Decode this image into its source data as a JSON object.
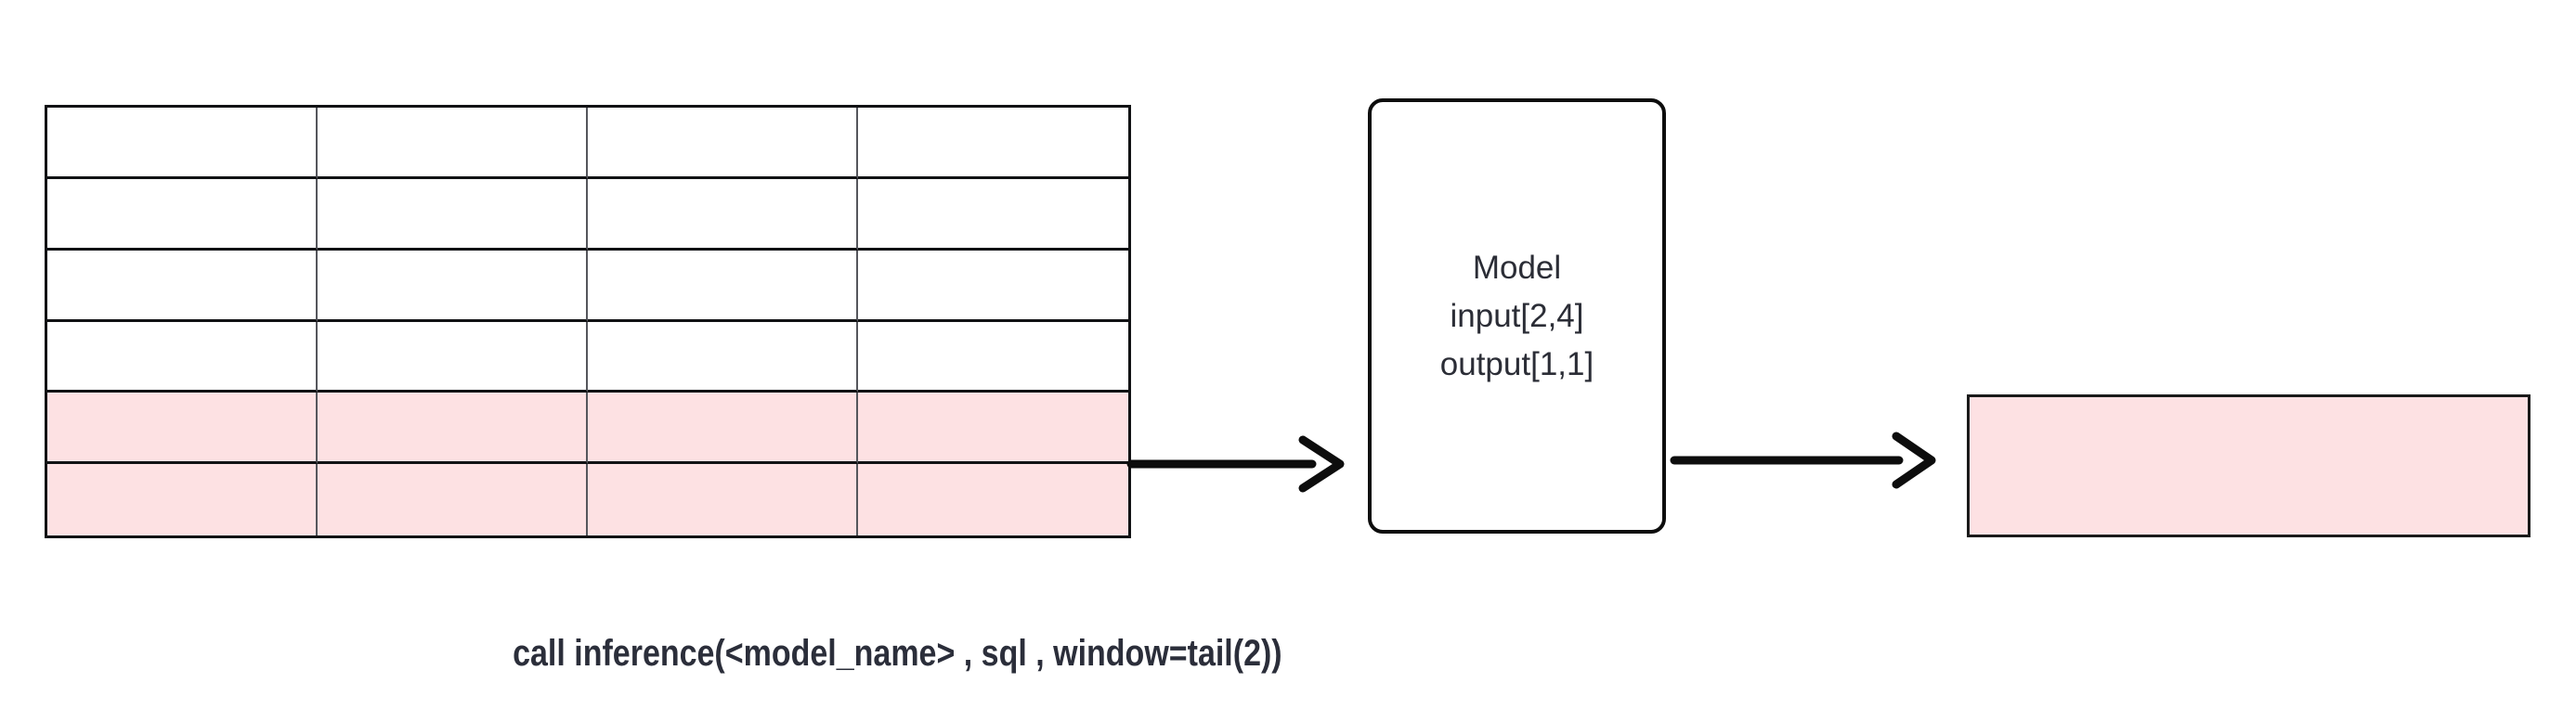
{
  "diagram": {
    "background_color": "#ffffff",
    "input_table": {
      "rows": 6,
      "cols": 4,
      "highlighted_tail_rows": 2,
      "highlight_color": "#fde1e3",
      "outer_border_color": "#111214",
      "row_line_color": "#111214",
      "column_line_color": "#55565c"
    },
    "arrows": {
      "color": "#0d0d0d",
      "count": 2
    },
    "model_box": {
      "lines": [
        "Model",
        "input[2,4]",
        "output[1,1]"
      ],
      "text_color": "#2b2d36",
      "border_color": "#0d0d0d",
      "fill": "#ffffff"
    },
    "output_box": {
      "fill": "#fde1e3",
      "border_color": "#1a1a1a"
    },
    "caption": {
      "text": "call inference(<model_name> , sql , window=tail(2))",
      "color": "#2b2e3a"
    }
  }
}
